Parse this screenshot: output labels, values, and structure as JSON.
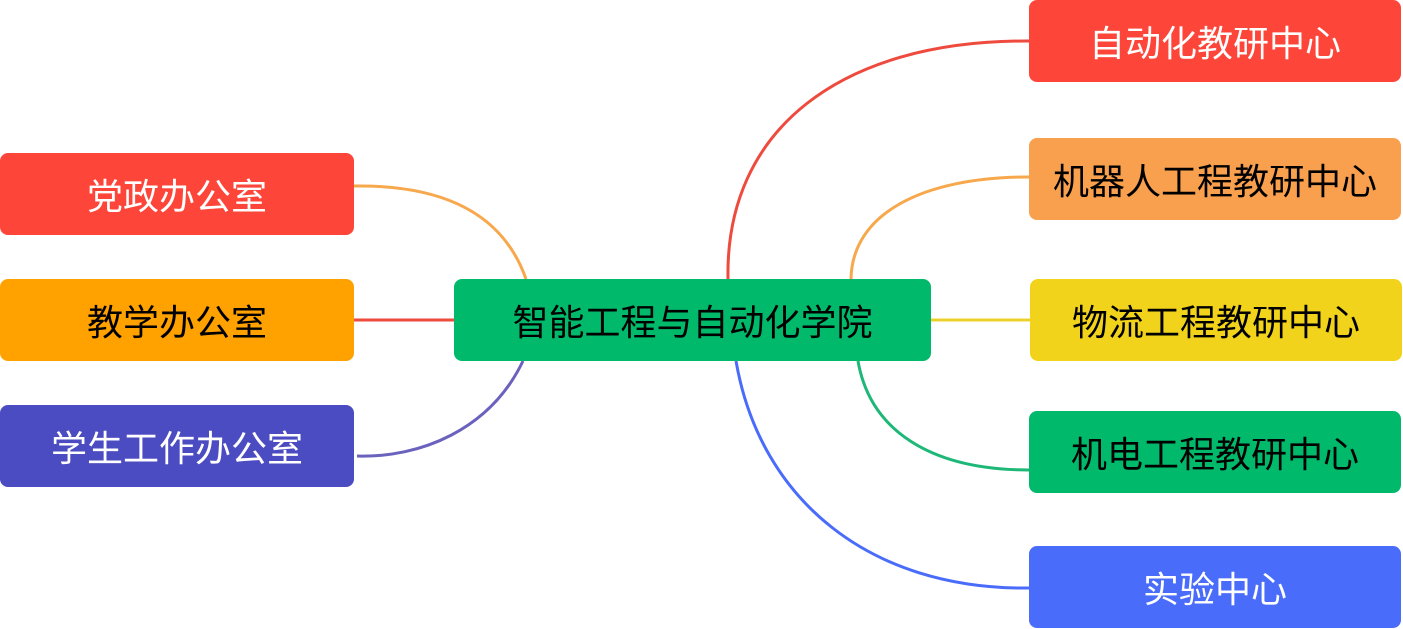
{
  "center": {
    "label": "智能工程与自动化学院",
    "color": "#00b96b"
  },
  "left_branches": [
    {
      "label": "党政办公室",
      "color": "#fd4539",
      "edge_color": "#f7a84c"
    },
    {
      "label": "教学办公室",
      "color": "#ffa200",
      "edge_color": "#ee4b3e"
    },
    {
      "label": "学生工作办公室",
      "color": "#4b4bc2",
      "edge_color": "#6a62bd"
    }
  ],
  "right_branches": [
    {
      "label": "自动化教研中心",
      "color": "#fd4539",
      "edge_color": "#ee4b3e"
    },
    {
      "label": "机器人工程教研中心",
      "color": "#f8a04e",
      "edge_color": "#f7a84c"
    },
    {
      "label": "物流工程教研中心",
      "color": "#f2d31c",
      "edge_color": "#ecd02a"
    },
    {
      "label": "机电工程教研中心",
      "color": "#00b96b",
      "edge_color": "#1db877"
    },
    {
      "label": "实验中心",
      "color": "#4a6cfb",
      "edge_color": "#4a6cfb"
    }
  ]
}
